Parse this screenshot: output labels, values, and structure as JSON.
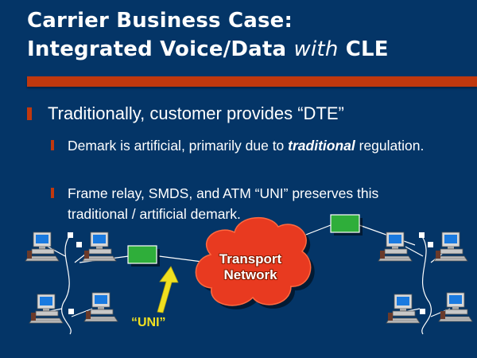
{
  "title": {
    "line1": "Carrier Business Case:",
    "line2_prefix": "Integrated Voice/Data ",
    "line2_italic": "with",
    "line2_suffix": " CLE"
  },
  "bullets": {
    "main": "Traditionally, customer provides “DTE”",
    "sub1_before": "Demark is artificial, primarily due to ",
    "sub1_italic": "traditional",
    "sub1_after": " regulation.",
    "sub2": "Frame relay, SMDS, and ATM “UNI” preserves this traditional / artificial demark."
  },
  "diagram": {
    "cloud_line1": "Transport",
    "cloud_line2": "Network",
    "uni_label": "“UNI”",
    "colors": {
      "background": "#043567",
      "accent_red": "#c0380e",
      "cloud": "#e83a20",
      "device_green": "#2fae3a",
      "arrow_yellow": "#f0e020"
    }
  }
}
